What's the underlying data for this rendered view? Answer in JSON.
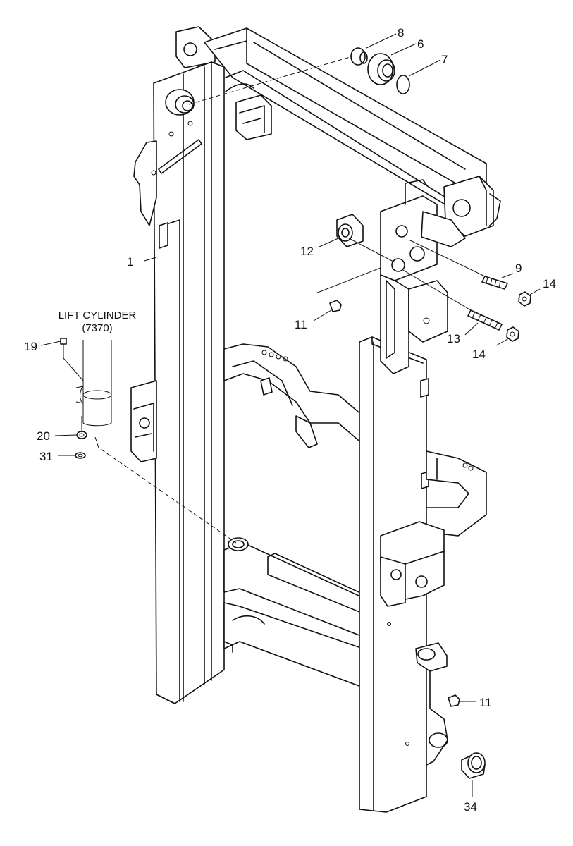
{
  "callout": {
    "title_line1": "LIFT CYLINDER",
    "title_line2": "(7370)"
  },
  "labels": {
    "p1": "1",
    "p6": "6",
    "p7": "7",
    "p8": "8",
    "p9": "9",
    "p11a": "11",
    "p11b": "11",
    "p12": "12",
    "p13": "13",
    "p14a": "14",
    "p14b": "14",
    "p19": "19",
    "p20": "20",
    "p31": "31",
    "p34": "34"
  }
}
